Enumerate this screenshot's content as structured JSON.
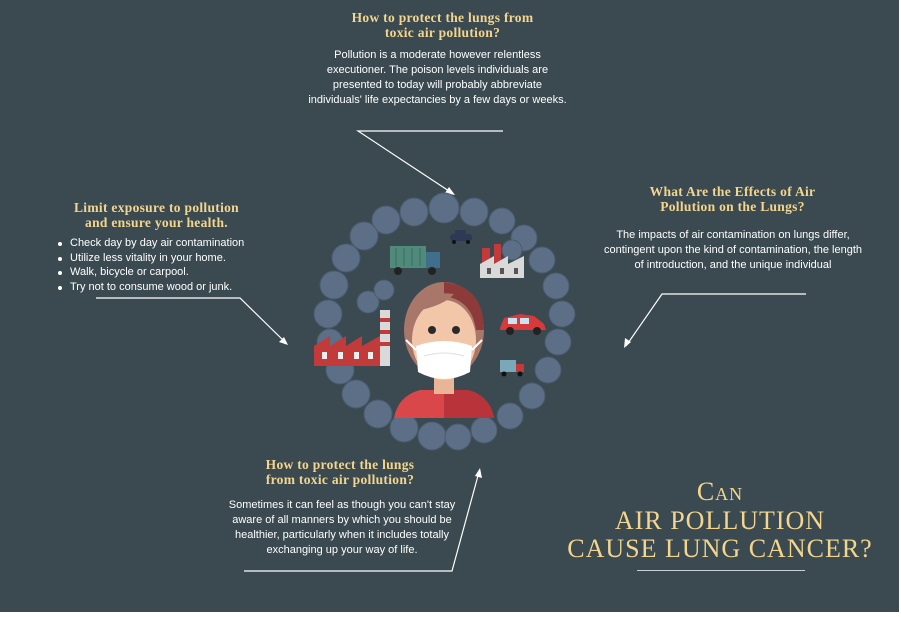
{
  "sections": {
    "top": {
      "heading_line1": "How to protect the lungs from",
      "heading_line2": "toxic air pollution?",
      "body": "Pollution is a moderate however relentless executioner. The poison levels individuals are presented to today will probably abbreviate individuals' life expectancies by a few days or weeks."
    },
    "left": {
      "heading_line1": "Limit exposure to pollution",
      "heading_line2": "and ensure your health.",
      "bullets": [
        "Check day by day air contamination",
        "Utilize less vitality in your home.",
        "Walk, bicycle or carpool.",
        "Try not to consume wood or junk."
      ]
    },
    "right": {
      "heading_line1": "What Are the Effects of Air",
      "heading_line2": "Pollution on the Lungs?",
      "body": "The impacts of air contamination on lungs differ, contingent upon the kind of contamination, the length of introduction, and the unique individual"
    },
    "bottom": {
      "heading_line1": "How to protect the lungs",
      "heading_line2": "from toxic air pollution?",
      "body": "Sometimes it can feel as though you can't stay aware of all manners by which you should be healthier, particularly when it includes totally exchanging up your way of life."
    }
  },
  "title": {
    "line1": "Can",
    "line2": "air pollution",
    "line3": "cause lung cancer?"
  },
  "colors": {
    "background": "#3a4a50",
    "heading": "#f4d58d",
    "smoke": "#5d6f86",
    "factory_red": "#c23a3a",
    "car_red": "#d63a3a",
    "truck_green": "#4f8a7a",
    "skin": "#f2c6a8",
    "hair": "#a9766a",
    "shirt": "#d9474a",
    "mask": "#ffffff"
  },
  "illustration": {
    "icons": [
      "person-with-mask-icon",
      "factory-icon",
      "car-icon",
      "truck-icon",
      "smoke-ring-icon"
    ]
  }
}
